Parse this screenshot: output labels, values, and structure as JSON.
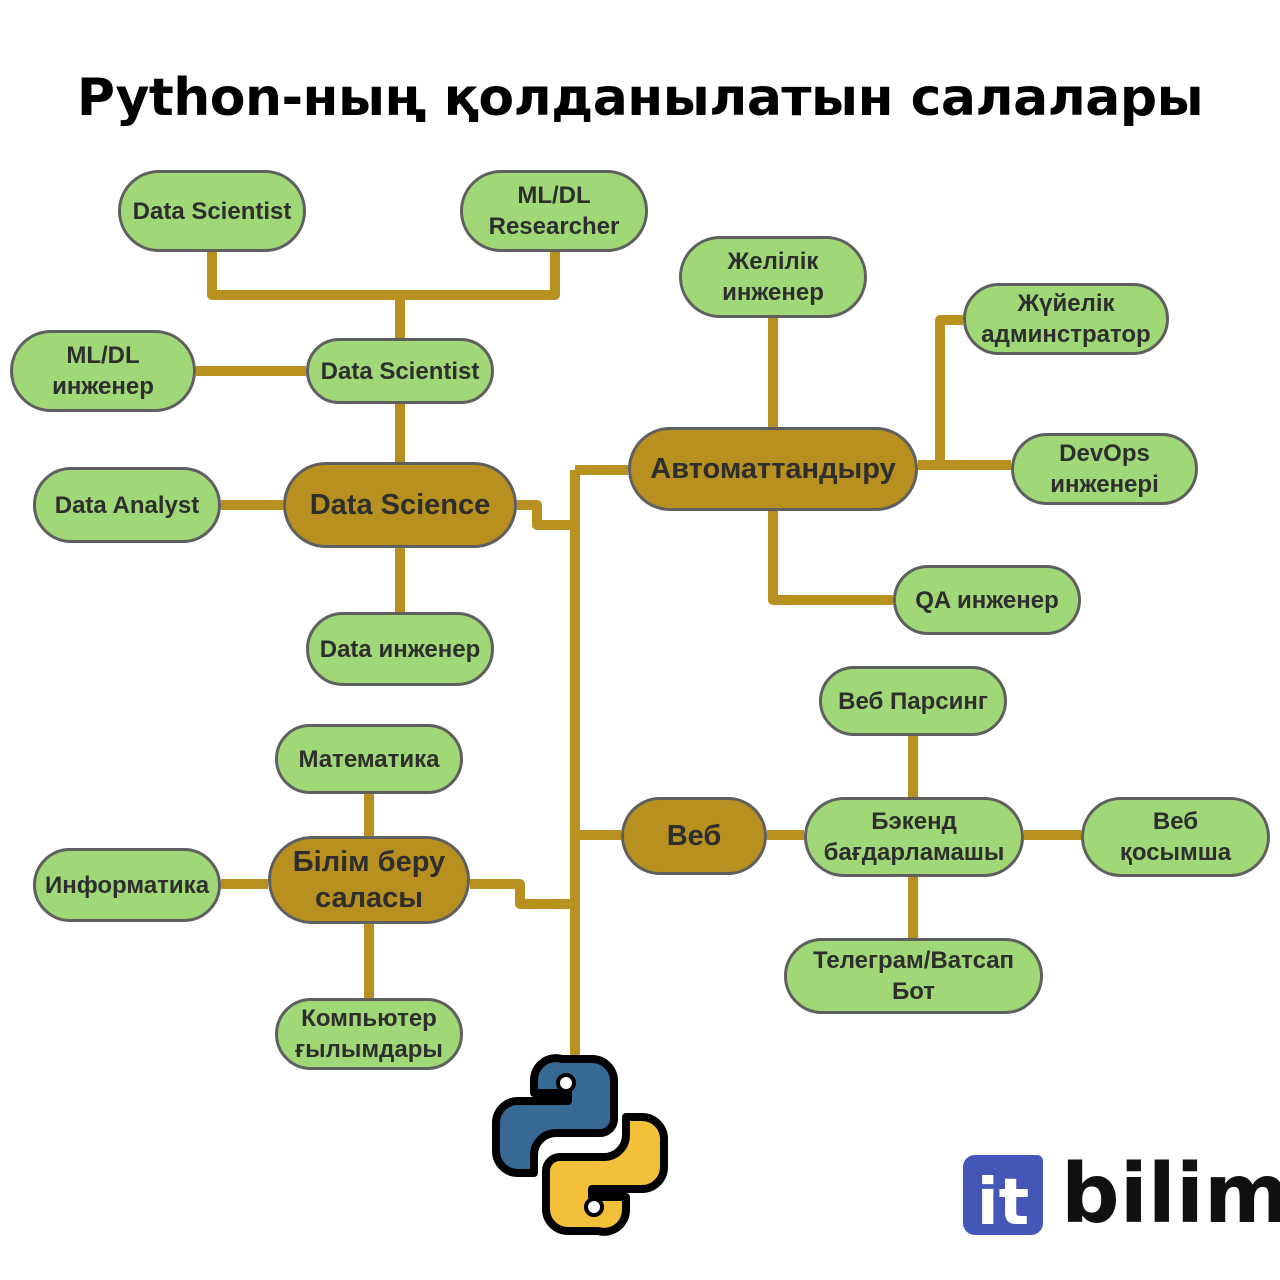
{
  "title": "Python-ның қолданылатын салалары",
  "nodes": {
    "data_scientist_top": "Data Scientist",
    "ml_dl_researcher": "ML/DL Researcher",
    "ml_dl_engineer": "ML/DL инженер",
    "data_scientist": "Data Scientist",
    "data_analyst": "Data Analyst",
    "data_science": "Data Science",
    "data_engineer": "Data инженер",
    "network_engineer": "Желілік инженер",
    "sysadmin": "Жүйелік админстратор",
    "automation": "Автоматтандыру",
    "devops": "DevOps инженері",
    "qa": "QA инженер",
    "web_parsing": "Веб Парсинг",
    "web": "Веб",
    "backend": "Бэкенд бағдарламашы",
    "web_app": "Веб қосымша",
    "bot": "Телеграм/Ватсап Бот",
    "math": "Математика",
    "informatics": "Информатика",
    "education": "Білім беру саласы",
    "cs": "Компьютер ғылымдары"
  },
  "logo": {
    "it": "it",
    "name": "bilim",
    "brand_color": "#4456b6"
  },
  "colors": {
    "branch": "#b8901f",
    "leaf": "#a0d878",
    "border": "#5f5f5f"
  },
  "icons": {
    "python": "python-logo-icon"
  }
}
